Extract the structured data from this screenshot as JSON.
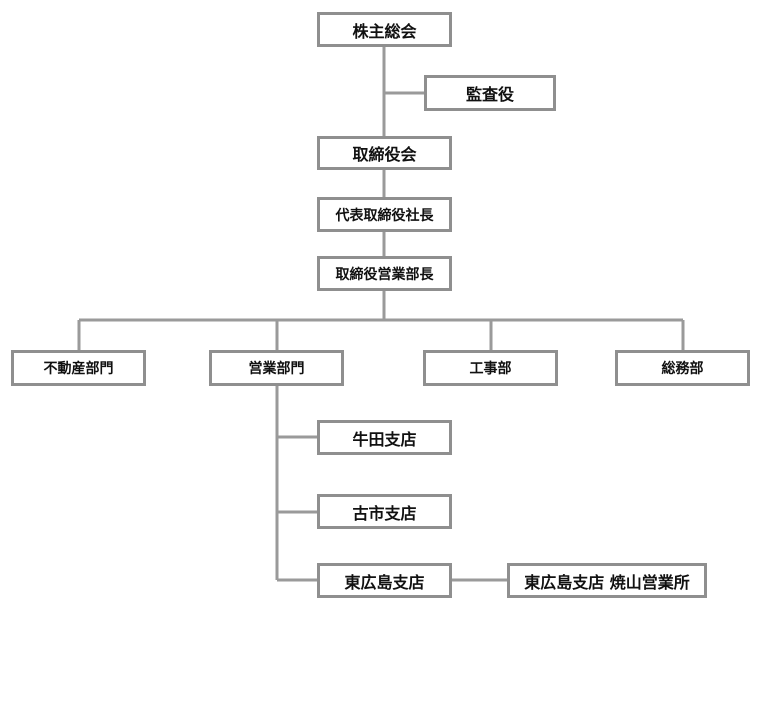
{
  "org_chart": {
    "shareholders_meeting": "株主総会",
    "auditor": "監査役",
    "board": "取締役会",
    "president": "代表取締役社長",
    "sales_director": "取締役営業部長",
    "departments": {
      "real_estate": "不動産部門",
      "sales": "営業部門",
      "construction": "工事部",
      "general_affairs": "総務部"
    },
    "branches": {
      "ushita": "牛田支店",
      "koichi": "古市支店",
      "higashi_hiroshima": "東広島支店"
    },
    "sales_office": "東広島支店 焼山営業所"
  },
  "colors": {
    "line": "#9a9a9a",
    "border": "#8f8f8f",
    "text": "#111111"
  }
}
